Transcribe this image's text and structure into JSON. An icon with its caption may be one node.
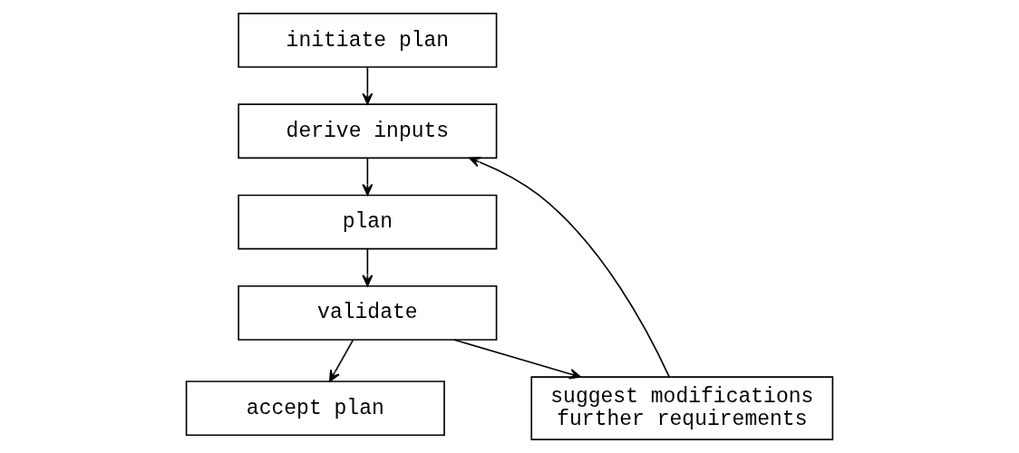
{
  "diagram": {
    "nodes": [
      {
        "text": [
          "initiate plan"
        ]
      },
      {
        "text": [
          "derive inputs"
        ]
      },
      {
        "text": [
          "plan"
        ]
      },
      {
        "text": [
          "validate"
        ]
      },
      {
        "text": [
          "accept plan"
        ]
      },
      {
        "text": [
          "suggest modifications",
          "further requirements"
        ]
      }
    ],
    "edges": [
      {
        "from": 0,
        "to": 1,
        "arrow": "to"
      },
      {
        "from": 1,
        "to": 2,
        "arrow": "to"
      },
      {
        "from": 2,
        "to": 3,
        "arrow": "to"
      },
      {
        "from": 3,
        "to": 4,
        "arrow": "to"
      },
      {
        "from": 3,
        "to": 5,
        "arrow": "to"
      },
      {
        "from": 5,
        "to": 1,
        "arrow": "to"
      }
    ]
  }
}
